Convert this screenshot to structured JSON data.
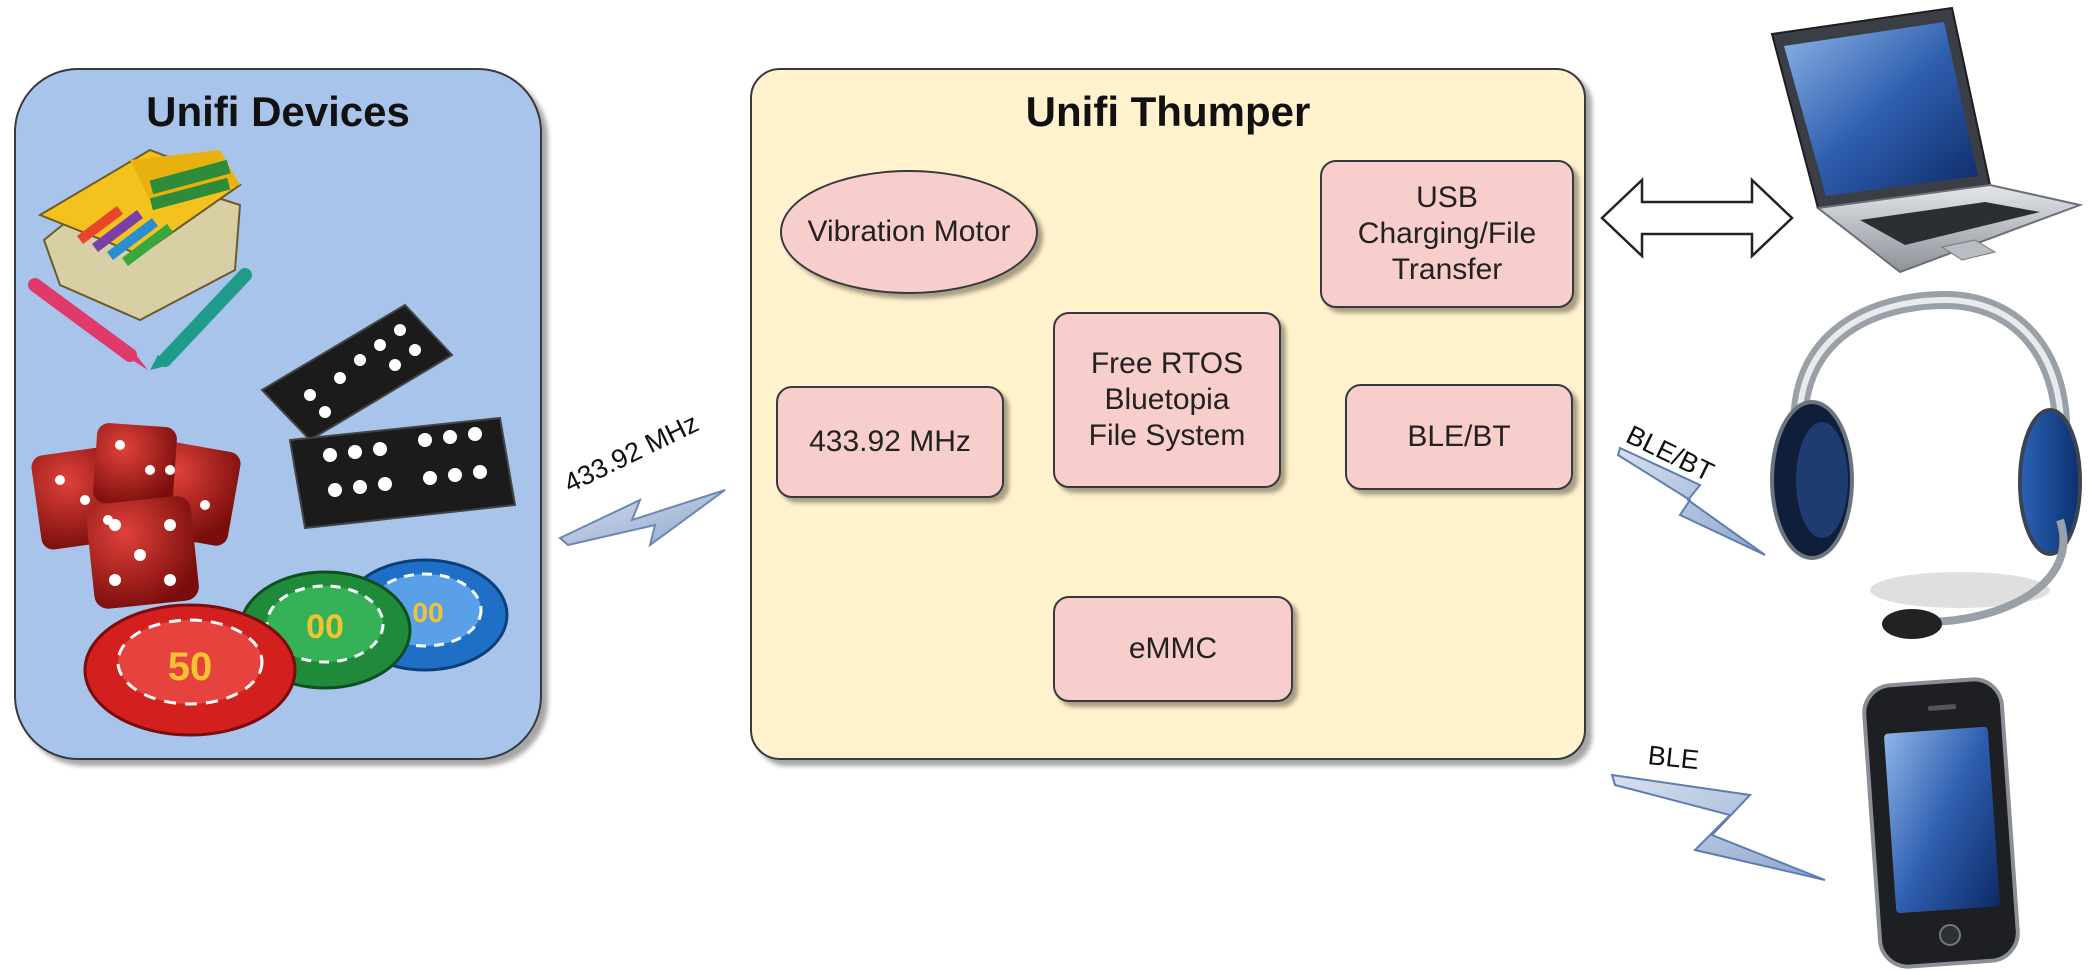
{
  "devices_panel": {
    "title": "Unifi Devices",
    "items": [
      {
        "name": "crayons-box",
        "chip_text": ""
      },
      {
        "name": "dominoes",
        "chip_text": ""
      },
      {
        "name": "dice",
        "chip_text": ""
      },
      {
        "name": "poker-chips",
        "chip_text": "50",
        "chip_text_2": "00",
        "chip_text_3": "00"
      }
    ]
  },
  "thumper_panel": {
    "title": "Unifi Thumper",
    "blocks": {
      "vibration_motor": "Vibration Motor",
      "usb": "USB\nCharging/File\nTransfer",
      "rtos": "Free RTOS\nBluetopia\nFile System",
      "radio_433": "433.92 MHz",
      "ble_bt": "BLE/BT",
      "emmc": "eMMC"
    }
  },
  "links": {
    "radio_link": "433.92 MHz",
    "headset_link": "BLE/BT",
    "phone_link": "BLE"
  },
  "peripherals": [
    "laptop",
    "headset",
    "smartphone"
  ],
  "colors": {
    "devices_fill": "#a9c4eb",
    "thumper_fill": "#fff2cc",
    "block_fill": "#f8cecc",
    "bolt_fill": "#b5c6e0"
  }
}
